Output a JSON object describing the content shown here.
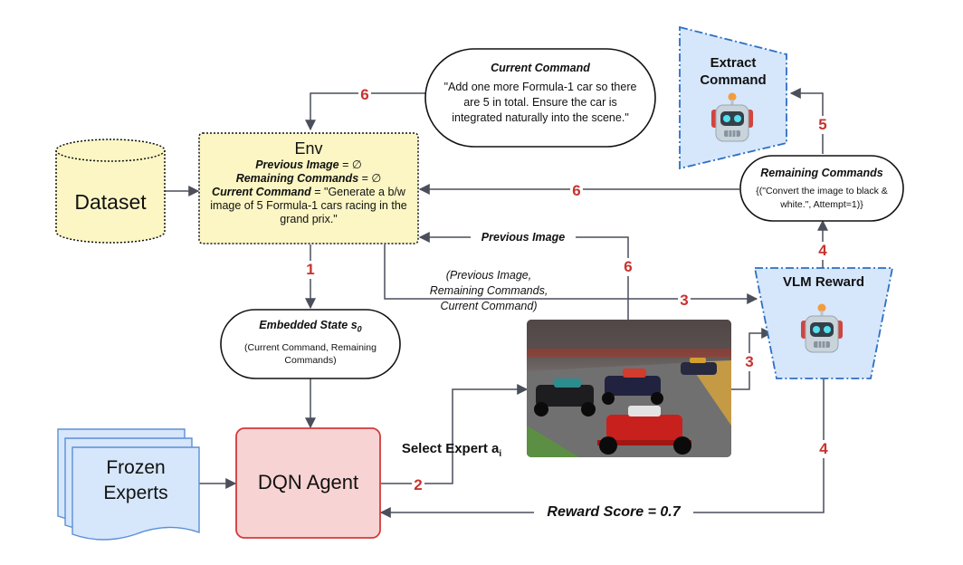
{
  "dataset": {
    "label": "Dataset"
  },
  "env": {
    "title": "Env",
    "prev_image_key": "Previous Image",
    "prev_image_val": " = ∅",
    "remaining_key": "Remaining Commands",
    "remaining_val": " = ∅",
    "current_key": "Current Command",
    "current_val": " = \"Generate a b/w image of 5 Formula-1 cars racing in the grand prix.\""
  },
  "current_command": {
    "title": "Current Command",
    "text": "\"Add one more Formula-1 car so there are 5 in total. Ensure the car is integrated naturally into the scene.\""
  },
  "extract": {
    "title_line1": "Extract",
    "title_line2": "Command"
  },
  "remaining": {
    "title": "Remaining Commands",
    "text": "{(\"Convert the image to black & white.\", Attempt=1)}"
  },
  "vlm": {
    "title": "VLM Reward"
  },
  "state": {
    "title": "Embedded State s",
    "subscript": "0",
    "text": "(Current Command, Remaining Commands)"
  },
  "dqn": {
    "label": "DQN Agent"
  },
  "frozen": {
    "line1": "Frozen",
    "line2": "Experts"
  },
  "edges": {
    "previous_image": "Previous Image",
    "tuple_line1": "(Previous Image,",
    "tuple_line2": "Remaining Commands,",
    "tuple_line3": "Current Command)",
    "select_expert": "Select Expert a",
    "select_expert_sub": "i",
    "reward_score": "Reward Score = 0.7"
  },
  "steps": {
    "s1": "1",
    "s2": "2",
    "s3a": "3",
    "s3b": "3",
    "s4a": "4",
    "s4b": "4",
    "s5": "5",
    "s6a": "6",
    "s6b": "6",
    "s6c": "6"
  },
  "colors": {
    "env_fill": "#fbf6c4",
    "expert_fill": "#d6e6fb",
    "vlm_fill": "#d6e6fb",
    "dqn_fill": "#f8d3d3",
    "dqn_stroke": "#d03b3b",
    "step_red": "#c8322e",
    "edge": "#4a4f5a",
    "accent_blue": "#2d6fc4"
  },
  "icons": [
    "robot-icon",
    "race-car-photo"
  ]
}
